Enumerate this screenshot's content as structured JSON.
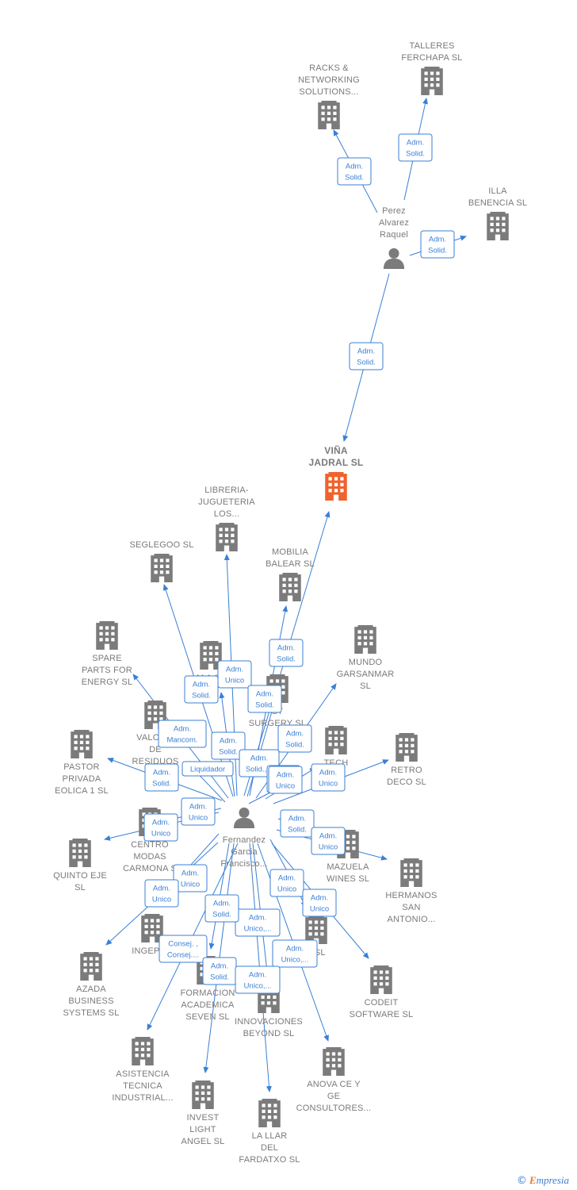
{
  "colors": {
    "edge": "#3a7fd5",
    "building": "#7b7b7b",
    "focus": "#f0622d",
    "person": "#7b7b7b",
    "text": "#7a7a7a"
  },
  "nodes": [
    {
      "id": "racks",
      "type": "company",
      "lines": [
        "RACKS &",
        "NETWORKING",
        "SOLUTIONS..."
      ]
    },
    {
      "id": "talleres",
      "type": "company",
      "lines": [
        "TALLERES",
        "FERCHAPA SL"
      ]
    },
    {
      "id": "illa",
      "type": "company",
      "lines": [
        "ILLA",
        "BENENCIA SL"
      ]
    },
    {
      "id": "perez",
      "type": "person",
      "lines": [
        "Perez",
        "Alvarez",
        "Raquel"
      ]
    },
    {
      "id": "vina",
      "type": "focus",
      "lines": [
        "VIÑA",
        "JADRAL SL"
      ]
    },
    {
      "id": "libreria",
      "type": "company",
      "lines": [
        "LIBRERIA-",
        "JUGUETERIA",
        "LOS..."
      ]
    },
    {
      "id": "seglegoo",
      "type": "company",
      "lines": [
        "SEGLEGOO SL"
      ]
    },
    {
      "id": "mobilia",
      "type": "company",
      "lines": [
        "MOBILIA",
        "BALEAR SL"
      ]
    },
    {
      "id": "spare",
      "type": "company",
      "lines": [
        "SPARE",
        "PARTS FOR",
        "ENERGY SL"
      ]
    },
    {
      "id": "mundo",
      "type": "company",
      "lines": [
        "MUNDO",
        "GARSANMAR",
        "SL"
      ]
    },
    {
      "id": "ma",
      "type": "company",
      "lines": [
        "M A SL"
      ]
    },
    {
      "id": "surgery",
      "type": "company",
      "lines": [
        "ST",
        "SURGERY SL"
      ]
    },
    {
      "id": "valoriz",
      "type": "company",
      "lines": [
        "VALORIZ",
        "DE",
        "RESIDUOS"
      ]
    },
    {
      "id": "tech",
      "type": "company",
      "lines": [
        "TECH",
        "I SL"
      ]
    },
    {
      "id": "pastor",
      "type": "company",
      "lines": [
        "PASTOR",
        "PRIVADA",
        "EOLICA 1 SL"
      ]
    },
    {
      "id": "retro",
      "type": "company",
      "lines": [
        "RETRO",
        "DECO SL"
      ]
    },
    {
      "id": "fernandez",
      "type": "person",
      "lines": [
        "Fernandez",
        "Garcia",
        "Francisco..."
      ]
    },
    {
      "id": "centro",
      "type": "company",
      "lines": [
        "CENTRO",
        "MODAS",
        "CARMONA S"
      ]
    },
    {
      "id": "quinto",
      "type": "company",
      "lines": [
        "QUINTO EJE",
        "SL"
      ]
    },
    {
      "id": "mazuela",
      "type": "company",
      "lines": [
        "MAZUELA",
        "WINES SL"
      ]
    },
    {
      "id": "hermanos",
      "type": "company",
      "lines": [
        "HERMANOS",
        "SAN",
        "ANTONIO..."
      ]
    },
    {
      "id": "ingepun",
      "type": "company",
      "lines": [
        "INGEPUN"
      ]
    },
    {
      "id": "n3",
      "type": "company",
      "lines": [
        "3 SL"
      ]
    },
    {
      "id": "azada",
      "type": "company",
      "lines": [
        "AZADA",
        "BUSINESS",
        "SYSTEMS SL"
      ]
    },
    {
      "id": "codeit",
      "type": "company",
      "lines": [
        "CODEIT",
        "SOFTWARE SL"
      ]
    },
    {
      "id": "formacion",
      "type": "company",
      "lines": [
        "FORMACION",
        "ACADEMICA",
        "SEVEN SL"
      ]
    },
    {
      "id": "innovaciones",
      "type": "company",
      "lines": [
        "INNOVACIONES",
        "BEYOND SL"
      ]
    },
    {
      "id": "asistencia",
      "type": "company",
      "lines": [
        "ASISTENCIA",
        "TECNICA",
        "INDUSTRIAL..."
      ]
    },
    {
      "id": "anova",
      "type": "company",
      "lines": [
        "ANOVA CE Y",
        "GE",
        "CONSULTORES..."
      ]
    },
    {
      "id": "invest",
      "type": "company",
      "lines": [
        "INVEST",
        "LIGHT",
        "ANGEL SL"
      ]
    },
    {
      "id": "llar",
      "type": "company",
      "lines": [
        "LA LLAR",
        "DEL",
        "FARDATXO SL"
      ]
    }
  ],
  "edges": [
    {
      "from": "perez",
      "to": "racks",
      "label": [
        "Adm.",
        "Solid."
      ]
    },
    {
      "from": "perez",
      "to": "talleres",
      "label": [
        "Adm.",
        "Solid."
      ]
    },
    {
      "from": "perez",
      "to": "illa",
      "label": [
        "Adm.",
        "Solid."
      ]
    },
    {
      "from": "perez",
      "to": "vina",
      "label": [
        "Adm.",
        "Solid."
      ]
    },
    {
      "from": "fernandez",
      "to": "vina",
      "label": [
        "Adm.",
        "Solid."
      ]
    },
    {
      "from": "fernandez",
      "to": "libreria",
      "label": [
        "Adm.",
        "Unico"
      ]
    },
    {
      "from": "fernandez",
      "to": "seglegoo",
      "label": [
        "Adm.",
        "Solid."
      ]
    },
    {
      "from": "fernandez",
      "to": "mobilia",
      "label": [
        "Adm.",
        "Solid."
      ]
    },
    {
      "from": "fernandez",
      "to": "spare",
      "label": [
        "Adm.",
        "Mancom."
      ]
    },
    {
      "from": "fernandez",
      "to": "mundo",
      "label": [
        "Adm.",
        "Solid."
      ]
    },
    {
      "from": "fernandez",
      "to": "ma",
      "label": [
        "Adm.",
        "Solid."
      ]
    },
    {
      "from": "fernandez",
      "to": "surgery",
      "label": [
        "Adm.",
        "Solid.,..."
      ]
    },
    {
      "from": "fernandez",
      "to": "valoriz",
      "label": [
        "Liquidador"
      ]
    },
    {
      "from": "fernandez",
      "to": "tech",
      "label": [
        "Adm.",
        "Unico"
      ]
    },
    {
      "from": "fernandez",
      "to": "pastor",
      "label": [
        "Adm.",
        "Solid."
      ]
    },
    {
      "from": "fernandez",
      "to": "retro",
      "label": [
        "Adm.",
        "Unico"
      ]
    },
    {
      "from": "fernandez",
      "to": "centro",
      "label": [
        "Adm.",
        "Unico"
      ]
    },
    {
      "from": "fernandez",
      "to": "quinto",
      "label": [
        "Adm.",
        "Unico"
      ]
    },
    {
      "from": "fernandez",
      "to": "mazuela",
      "label": [
        "Adm.",
        "Solid."
      ]
    },
    {
      "from": "fernandez",
      "to": "hermanos",
      "label": [
        "Adm.",
        "Unico"
      ]
    },
    {
      "from": "fernandez",
      "to": "ingepun",
      "label": [
        "Adm.",
        "Unico"
      ]
    },
    {
      "from": "fernandez",
      "to": "n3",
      "label": [
        "Adm.",
        "Unico"
      ]
    },
    {
      "from": "fernandez",
      "to": "azada",
      "label": [
        "Adm.",
        "Unico"
      ]
    },
    {
      "from": "fernandez",
      "to": "codeit",
      "label": [
        "Adm.",
        "Unico"
      ]
    },
    {
      "from": "fernandez",
      "to": "formacion",
      "label": [
        "Consej. ,",
        "Consej...."
      ]
    },
    {
      "from": "fernandez",
      "to": "innovaciones",
      "label": [
        "Adm.",
        "Unico,..."
      ]
    },
    {
      "from": "fernandez",
      "to": "asistencia",
      "label": [
        "Adm.",
        "Solid."
      ]
    },
    {
      "from": "fernandez",
      "to": "anova",
      "label": [
        "Adm.",
        "Unico,..."
      ]
    },
    {
      "from": "fernandez",
      "to": "invest",
      "label": [
        "Adm.",
        "Solid."
      ]
    },
    {
      "from": "fernandez",
      "to": "llar",
      "label": [
        "Adm.",
        "Unico,..."
      ]
    },
    {
      "from": "fernandez",
      "to": "surgery",
      "label": [
        "Adm.",
        "Unico"
      ]
    }
  ],
  "branding": {
    "copyright": "©",
    "initial": "E",
    "name": "mpresia"
  }
}
